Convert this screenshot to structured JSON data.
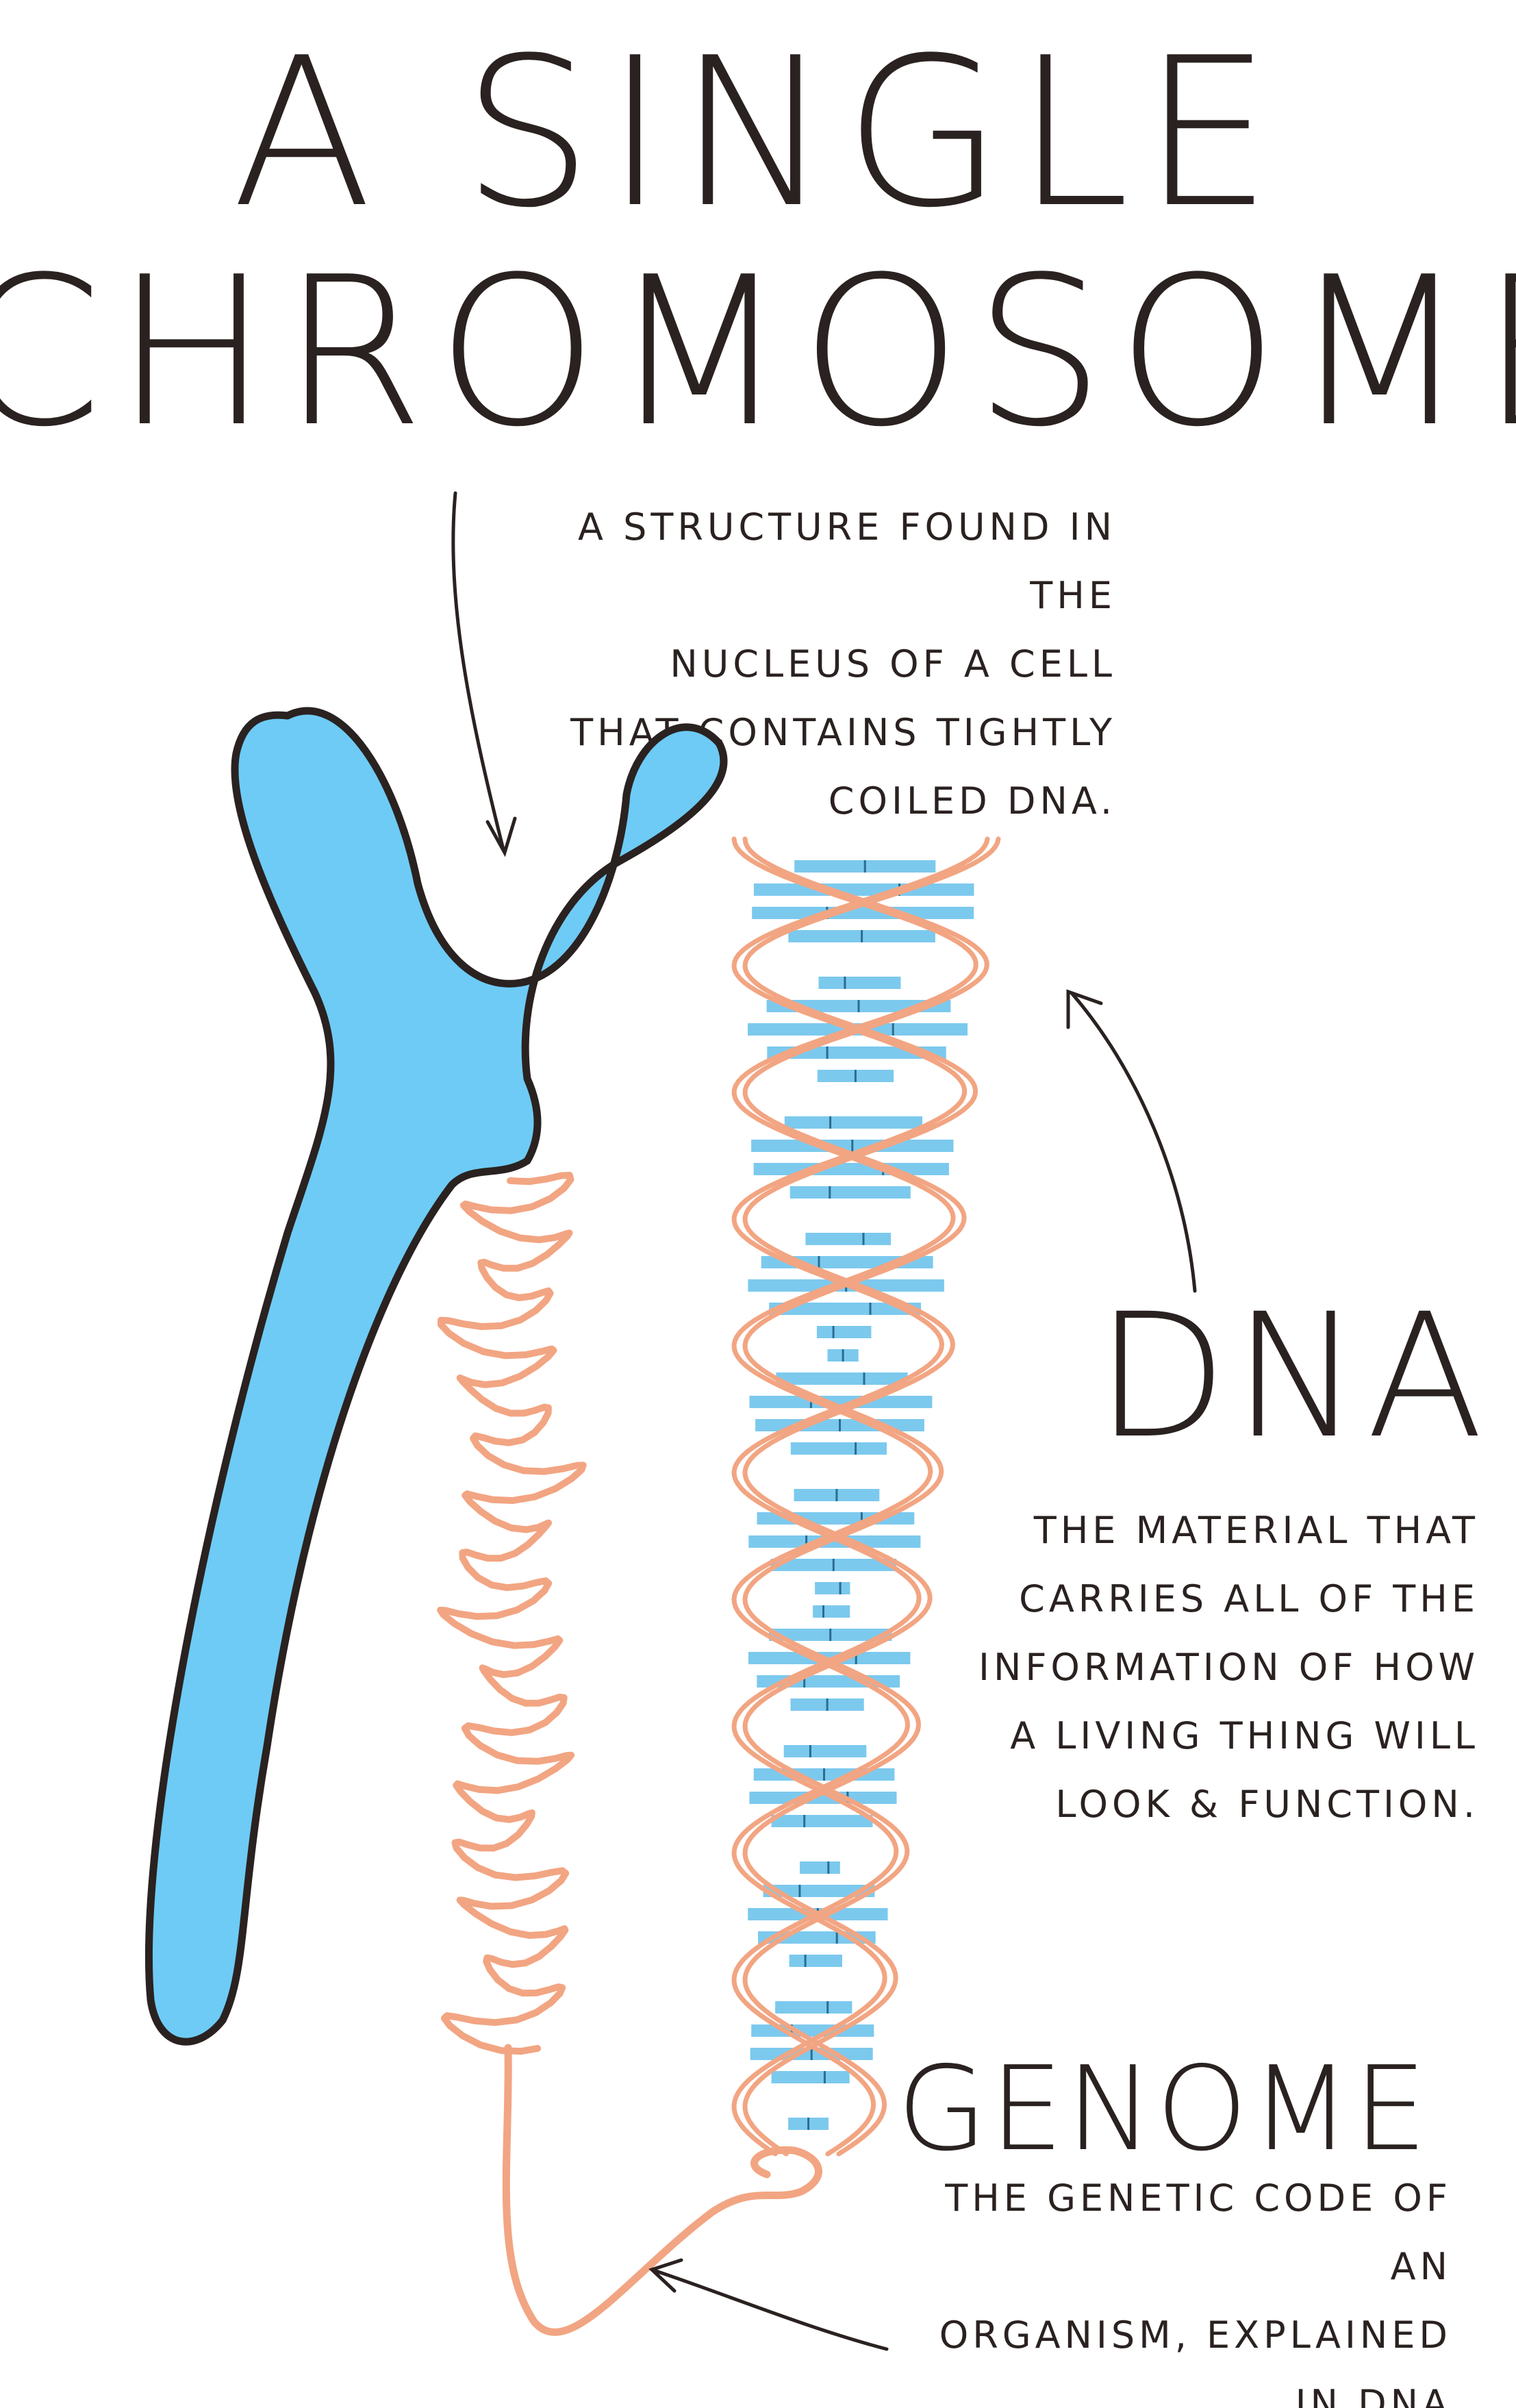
{
  "title": {
    "line1": "A Single",
    "line2": "Chromosome"
  },
  "chromosome": {
    "description": "A structure found in the\nnucleus of a cell\nthat contains tightly\ncoiled DNA."
  },
  "dna": {
    "label": "DNA",
    "description": "The material that\ncarries all of the\ninformation of how\na living thing will\nlook & function."
  },
  "genome": {
    "label": "Genome",
    "description": "The genetic code of an\norganism, explained in DNA"
  },
  "colors": {
    "chromosome_fill": "#6ecbf5",
    "strand": "#f2a582",
    "ink": "#2a2220",
    "base_pair": "#7cc9ee"
  }
}
